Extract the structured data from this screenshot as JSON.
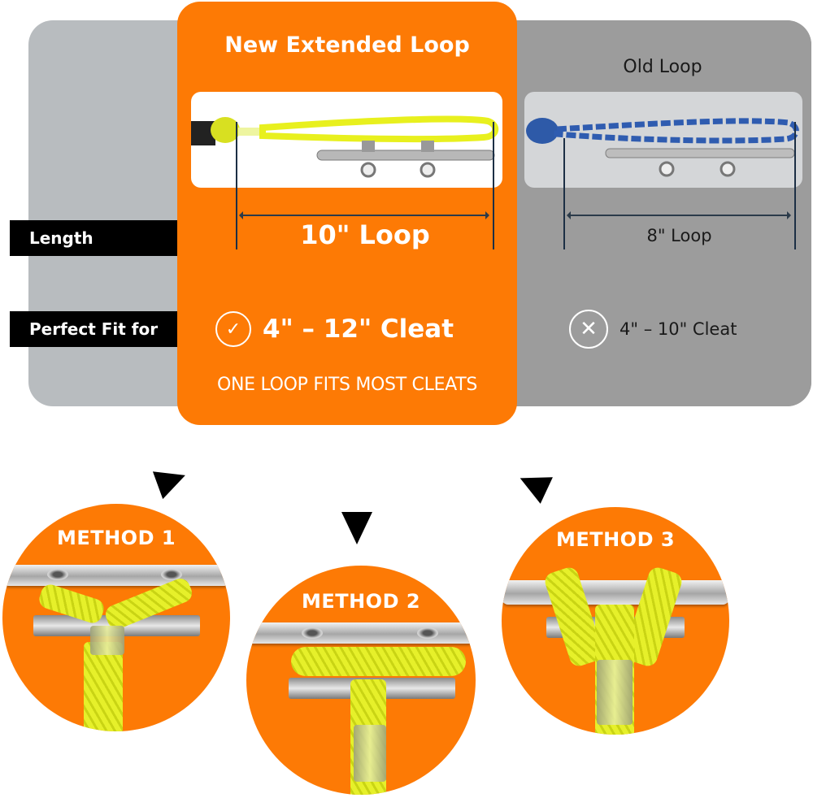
{
  "comparison": {
    "new": {
      "title": "New Extended Loop",
      "loop_length": "10\" Loop",
      "fit_range": "4\" – 12\" Cleat",
      "fit_icon": "check-circle-icon",
      "tagline": "ONE LOOP FITS MOST CLEATS",
      "accent_color": "#fd7a05"
    },
    "old": {
      "title": "Old Loop",
      "loop_length": "8\" Loop",
      "fit_range": "4\" – 10\" Cleat",
      "fit_icon": "x-circle-icon",
      "panel_color": "#9c9c9c"
    },
    "row_labels": {
      "length": "Length",
      "fit": "Perfect Fit for"
    }
  },
  "methods": [
    {
      "label": "METHOD 1"
    },
    {
      "label": "METHOD 2"
    },
    {
      "label": "METHOD 3"
    }
  ],
  "icons": {
    "check": "✓",
    "cross": "✕"
  }
}
